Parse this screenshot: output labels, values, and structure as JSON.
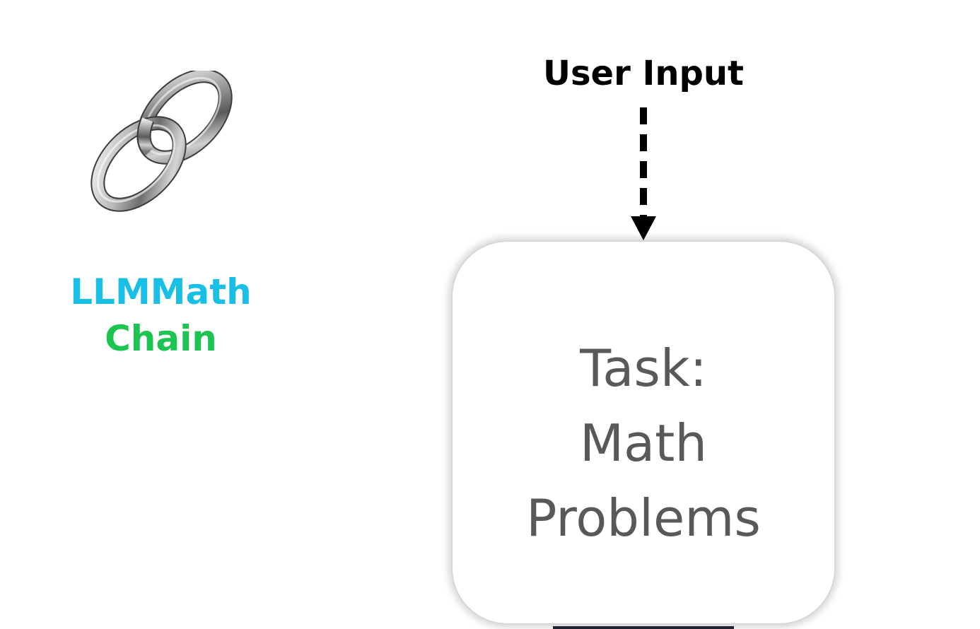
{
  "chain": {
    "title_line1": "LLMMath",
    "title_line2": "Chain",
    "title_line1_color": "#1ABFE6",
    "title_line2_color": "#1CC452",
    "icon": "chain-link-icon"
  },
  "user_input": {
    "label": "User Input"
  },
  "task": {
    "line1": "Task:",
    "line2": "Math",
    "line3": "Problems",
    "text_color": "#595959"
  }
}
